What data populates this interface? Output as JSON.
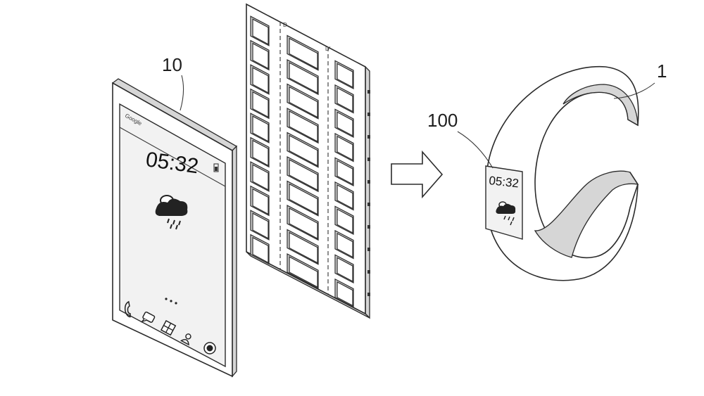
{
  "labels": {
    "device": "10",
    "band": "1",
    "display": "100"
  },
  "phone_screen": {
    "status_text": "Google",
    "time": "05:32",
    "weather_icon": "rain-cloud-icon",
    "dots": "...",
    "dock_icons": [
      "phone-icon",
      "message-icon",
      "apps-grid-icon",
      "contacts-icon",
      "browser-icon"
    ]
  },
  "panel": {
    "marker_left": "D",
    "marker_right": "D'",
    "columns": 3,
    "rows": 10
  },
  "arrow_icon": "right-arrow-icon",
  "band_screen": {
    "time": "05:32",
    "weather_icon": "rain-cloud-icon"
  },
  "colors": {
    "line": "#2b2b2b",
    "shade": "#d6d6d6",
    "background": "#ffffff"
  }
}
